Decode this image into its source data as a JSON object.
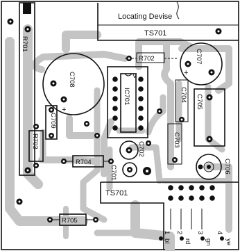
{
  "labels": {
    "locating_device": "Locating Devise",
    "ts701_top": "TS701",
    "ts701_bottom": "TS701",
    "r701": "R701",
    "r702": "R702",
    "r703": "R703",
    "r704": "R704",
    "r705": "R705",
    "c701": "C701",
    "c702": "C702",
    "c703": "C703",
    "c704": "C704",
    "c705": "C705",
    "c706": "C706",
    "c707": "C707",
    "c708": "C708",
    "c709": "C709",
    "ic701": "IC701",
    "plus": "+"
  },
  "terminals": [
    {
      "number": "1",
      "color": "bl"
    },
    {
      "number": "2",
      "color": "rd"
    },
    {
      "number": "3",
      "color": "gn"
    },
    {
      "number": "4",
      "color": "ye"
    }
  ],
  "colors": {
    "ink": "#111111",
    "track": "#c4c4c4",
    "board": "#ffffff"
  }
}
